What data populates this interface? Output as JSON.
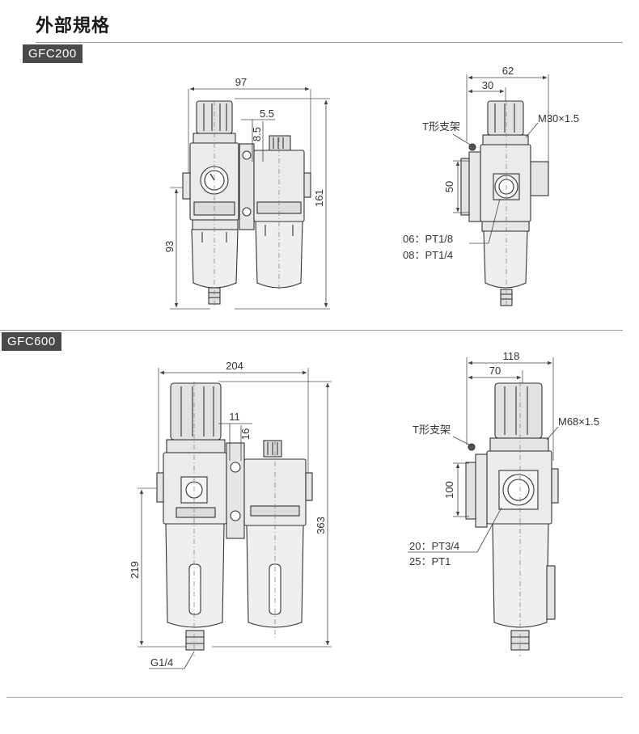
{
  "page": {
    "title": "外部規格"
  },
  "sections": [
    {
      "tag": "GFC200"
    },
    {
      "tag": "GFC600"
    }
  ],
  "gfc200": {
    "front": {
      "width": "97",
      "height": "161",
      "lower_height": "93",
      "spacing_a": "5.5",
      "spacing_b": "8.5"
    },
    "side": {
      "width_a": "62",
      "width_b": "30",
      "height": "50",
      "bracket": "T形支架",
      "thread": "M30×1.5",
      "port_1": "06：PT1/8",
      "port_2": "08：PT1/4"
    }
  },
  "gfc600": {
    "front": {
      "width": "204",
      "height": "363",
      "lower_height": "219",
      "spacing_a": "11",
      "spacing_b": "16",
      "drain": "G1/4"
    },
    "side": {
      "width_a": "118",
      "width_b": "70",
      "height": "100",
      "bracket": "T形支架",
      "thread": "M68×1.5",
      "port_1": "20：PT3/4",
      "port_2": "25：PT1"
    }
  },
  "colors": {
    "tag_bg": "#4a4a4a",
    "body_fill": "#e9e9e9",
    "line": "#333333",
    "rule": "#9a9a9a"
  }
}
